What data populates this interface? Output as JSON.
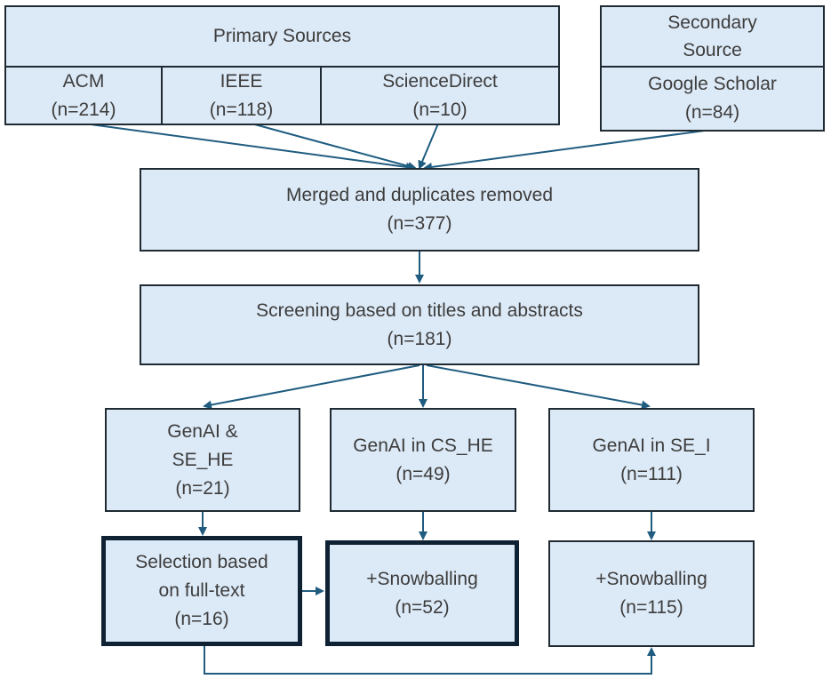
{
  "colors": {
    "box_fill": "#dce9f6",
    "box_border": "#1f2a33",
    "arrow": "#1f5c80",
    "text": "#3d3d3d"
  },
  "nodes": {
    "primary_sources": {
      "lines": [
        "Primary Sources"
      ]
    },
    "acm": {
      "lines": [
        "ACM",
        "(n=214)"
      ]
    },
    "ieee": {
      "lines": [
        "IEEE",
        "(n=118)"
      ]
    },
    "sciencedirect": {
      "lines": [
        "ScienceDirect",
        "(n=10)"
      ]
    },
    "secondary_source": {
      "lines": [
        "Secondary",
        "Source"
      ]
    },
    "google_scholar": {
      "lines": [
        "Google Scholar",
        "(n=84)"
      ]
    },
    "merged": {
      "lines": [
        "Merged and duplicates removed",
        "(n=377)"
      ]
    },
    "screening": {
      "lines": [
        "Screening based on titles and abstracts",
        "(n=181)"
      ]
    },
    "genai_se_he": {
      "lines": [
        "GenAI &",
        "SE_HE",
        "(n=21)"
      ]
    },
    "genai_cs_he": {
      "lines": [
        "GenAI in CS_HE",
        "(n=49)"
      ]
    },
    "genai_se_i": {
      "lines": [
        "GenAI in SE_I",
        "(n=111)"
      ]
    },
    "selection_fulltext": {
      "lines": [
        "Selection based",
        "on full-text",
        "(n=16)"
      ]
    },
    "snowballing_cs": {
      "lines": [
        "+Snowballing",
        "(n=52)"
      ]
    },
    "snowballing_se": {
      "lines": [
        "+Snowballing",
        "(n=115)"
      ]
    }
  },
  "edges": [
    {
      "from": "acm",
      "to": "merged"
    },
    {
      "from": "ieee",
      "to": "merged"
    },
    {
      "from": "sciencedirect",
      "to": "merged"
    },
    {
      "from": "google_scholar",
      "to": "merged"
    },
    {
      "from": "merged",
      "to": "screening"
    },
    {
      "from": "screening",
      "to": "genai_se_he"
    },
    {
      "from": "screening",
      "to": "genai_cs_he"
    },
    {
      "from": "screening",
      "to": "genai_se_i"
    },
    {
      "from": "genai_se_he",
      "to": "selection_fulltext"
    },
    {
      "from": "genai_cs_he",
      "to": "snowballing_cs"
    },
    {
      "from": "genai_se_i",
      "to": "snowballing_se"
    },
    {
      "from": "selection_fulltext",
      "to": "snowballing_cs"
    },
    {
      "from": "selection_fulltext",
      "to": "snowballing_se"
    }
  ]
}
